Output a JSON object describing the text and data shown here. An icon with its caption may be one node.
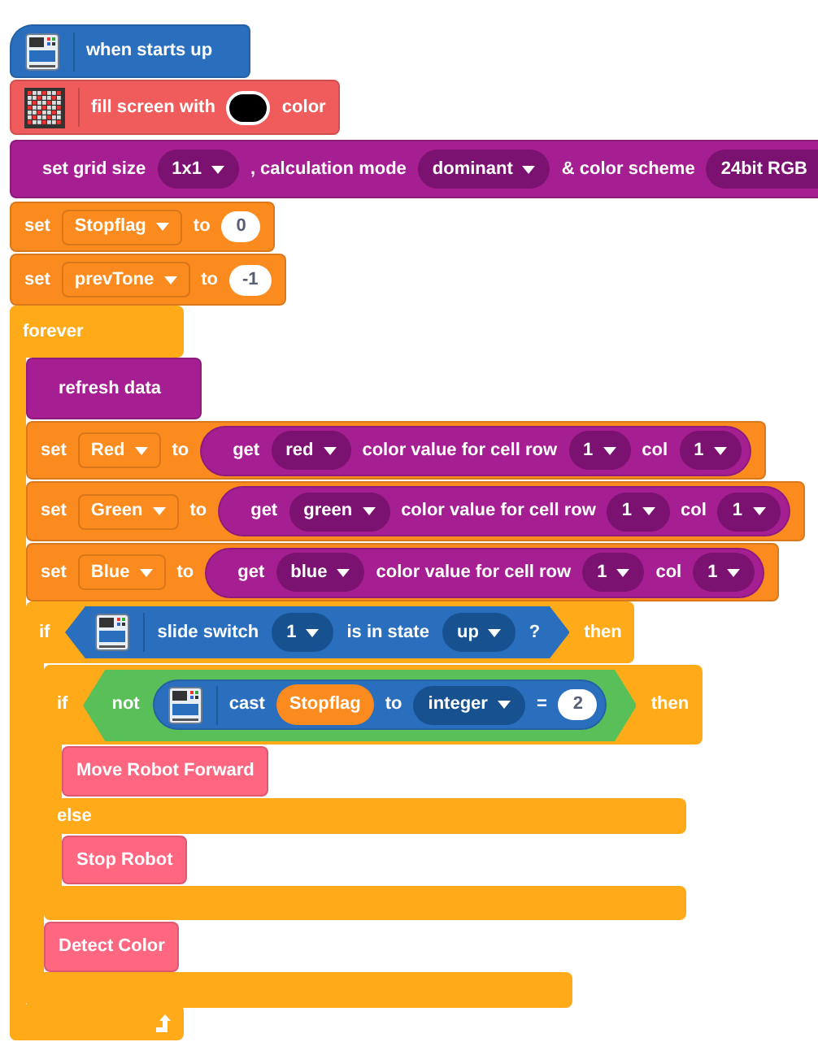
{
  "diagram": {
    "nodes": [
      {
        "text": [
          "when starts up"
        ]
      },
      {
        "text": [
          "fill screen with",
          "color"
        ]
      },
      {
        "text": [],
        "shape": "circle",
        "in": 1
      },
      {
        "text": [
          "set grid size",
          ", calculation mode",
          "& color scheme"
        ]
      },
      {
        "text": [
          "1x1"
        ],
        "in": 3
      },
      {
        "text": [
          "dominant"
        ],
        "in": 3
      },
      {
        "text": [
          "24bit RGB"
        ],
        "in": 3
      },
      {
        "text": [
          "set",
          "to"
        ]
      },
      {
        "text": [
          "Stopflag"
        ],
        "in": 7
      },
      {
        "text": [
          "0"
        ],
        "in": 7
      },
      {
        "text": [
          "set",
          "to"
        ]
      },
      {
        "text": [
          "prevTone"
        ],
        "in": 10
      },
      {
        "text": [
          "-1"
        ],
        "in": 10
      },
      {
        "text": [
          "forever"
        ]
      },
      {
        "text": [
          "refresh data"
        ],
        "in": 13
      },
      {
        "text": [
          "set",
          "to"
        ],
        "in": 13
      },
      {
        "text": [
          "Red"
        ],
        "in": 15
      },
      {
        "text": [
          "get",
          "color value for cell row",
          "col"
        ],
        "in": 15
      },
      {
        "text": [
          "red"
        ],
        "in": 17
      },
      {
        "text": [
          "1"
        ],
        "in": 17
      },
      {
        "text": [
          "1"
        ],
        "in": 17
      },
      {
        "text": [
          "set",
          "to"
        ],
        "in": 13
      },
      {
        "text": [
          "Green"
        ],
        "in": 21
      },
      {
        "text": [
          "get",
          "color value for cell row",
          "col"
        ],
        "in": 21
      },
      {
        "text": [
          "green"
        ],
        "in": 23
      },
      {
        "text": [
          "1"
        ],
        "in": 23
      },
      {
        "text": [
          "1"
        ],
        "in": 23
      },
      {
        "text": [
          "set",
          "to"
        ],
        "in": 13
      },
      {
        "text": [
          "Blue"
        ],
        "in": 27
      },
      {
        "text": [
          "get",
          "color value for cell row",
          "col"
        ],
        "in": 27
      },
      {
        "text": [
          "blue"
        ],
        "in": 29
      },
      {
        "text": [
          "1"
        ],
        "in": 29
      },
      {
        "text": [
          "1"
        ],
        "in": 29
      },
      {
        "text": [
          "if",
          "then"
        ],
        "in": 13
      },
      {
        "text": [
          "slide switch",
          "is in state",
          "?"
        ],
        "in": 33
      },
      {
        "text": [
          "1"
        ],
        "in": 34
      },
      {
        "text": [
          "up"
        ],
        "in": 34
      },
      {
        "text": [
          "if",
          "then",
          "else"
        ],
        "in": 33
      },
      {
        "text": [
          "not"
        ],
        "in": 37
      },
      {
        "text": [
          "cast",
          "to",
          "="
        ],
        "in": 38
      },
      {
        "text": [
          "Stopflag"
        ],
        "in": 39
      },
      {
        "text": [
          "integer"
        ],
        "in": 39
      },
      {
        "text": [
          "2"
        ],
        "in": 39
      },
      {
        "text": [
          "Move Robot Forward"
        ],
        "in": 37
      },
      {
        "text": [
          "Stop Robot"
        ],
        "in": 37
      },
      {
        "text": [
          "Detect Color"
        ],
        "in": 33
      }
    ]
  }
}
